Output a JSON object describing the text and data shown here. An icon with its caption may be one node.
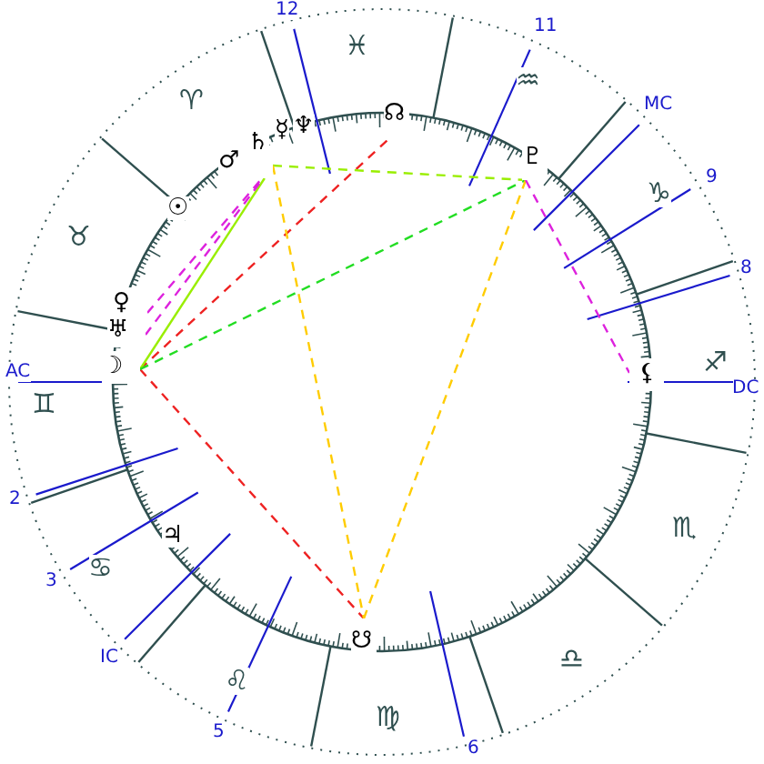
{
  "diagram": {
    "nodes": [
      {
        "text": [
          "♀"
        ]
      },
      {
        "text": [
          "♅"
        ]
      },
      {
        "text": [
          "☽"
        ]
      },
      {
        "text": [
          "♂"
        ]
      },
      {
        "text": [
          "☊"
        ]
      },
      {
        "text": [
          "♇"
        ]
      },
      {
        "text": [
          "⚸"
        ]
      },
      {
        "text": [
          "☋"
        ]
      }
    ],
    "edges": [
      {
        "from": 2,
        "to": 4,
        "arrow": "none",
        "style": "dashed",
        "color": "#ee2222"
      },
      {
        "from": 2,
        "to": 7,
        "arrow": "none",
        "style": "dashed",
        "color": "#ee2222"
      },
      {
        "from": 2,
        "to": 3,
        "arrow": "none",
        "color": "#99ee00"
      },
      {
        "from": 2,
        "to": 5,
        "arrow": "none",
        "style": "dashed",
        "color": "#22dd22"
      },
      {
        "from": 0,
        "to": 3,
        "arrow": "none",
        "style": "dashed",
        "color": "#dd22dd"
      },
      {
        "from": 1,
        "to": 3,
        "arrow": "none",
        "style": "dashed",
        "color": "#dd22dd"
      },
      {
        "from": 3,
        "to": 5,
        "arrow": "none",
        "style": "dashed",
        "color": "#99ee00"
      },
      {
        "from": 3,
        "to": 7,
        "arrow": "none",
        "style": "dashed",
        "color": "#ffcc00"
      },
      {
        "from": 5,
        "to": 7,
        "arrow": "none",
        "style": "dashed",
        "color": "#ffcc00"
      },
      {
        "from": 5,
        "to": 6,
        "arrow": "none",
        "style": "dashed",
        "color": "#dd22dd"
      }
    ],
    "labels": [
      "12",
      "11",
      "♓",
      "♒",
      "MC",
      "♈",
      "♆",
      "☿",
      "♄",
      "9",
      "♑",
      "☉",
      "♉",
      "8",
      "♐",
      "AC",
      "DC",
      "♊",
      "2",
      "♃",
      "♏",
      "♋",
      "3",
      "IC",
      "♎",
      "♌",
      "5",
      "♍",
      "6"
    ]
  }
}
